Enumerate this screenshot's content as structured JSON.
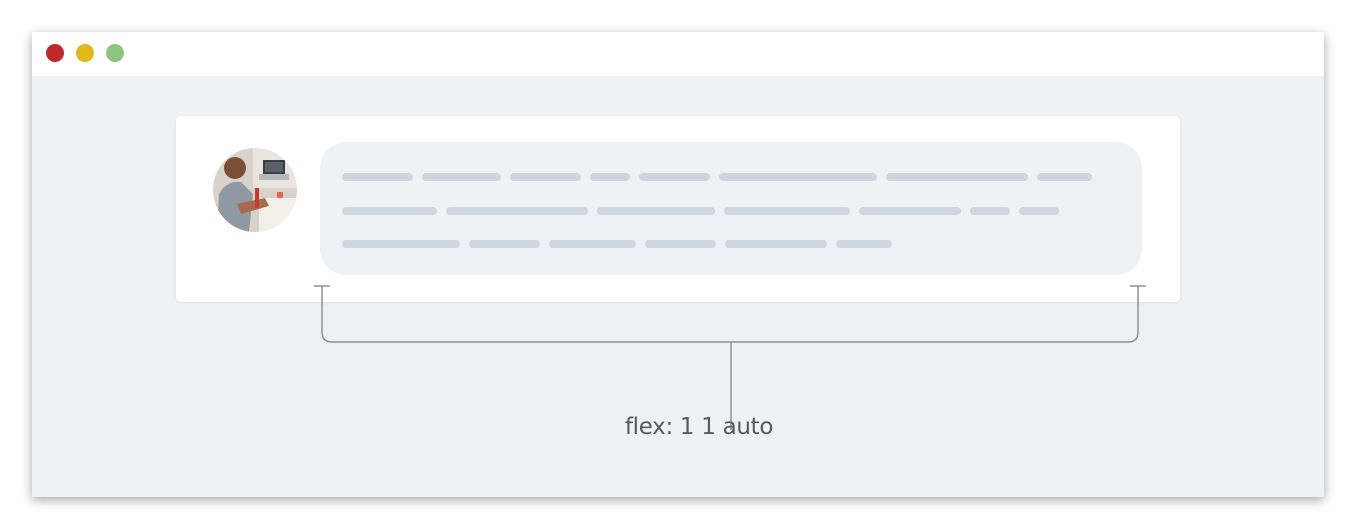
{
  "window": {
    "controls": {
      "close_color": "#c0282b",
      "minimize_color": "#e0b819",
      "maximize_color": "#8ec47f"
    }
  },
  "card": {
    "avatar_icon": "person-with-laptop-photo",
    "text_placeholder_rows": 3
  },
  "annotation": {
    "caption": "flex: 1 1 auto",
    "line_color": "#8e9196"
  }
}
